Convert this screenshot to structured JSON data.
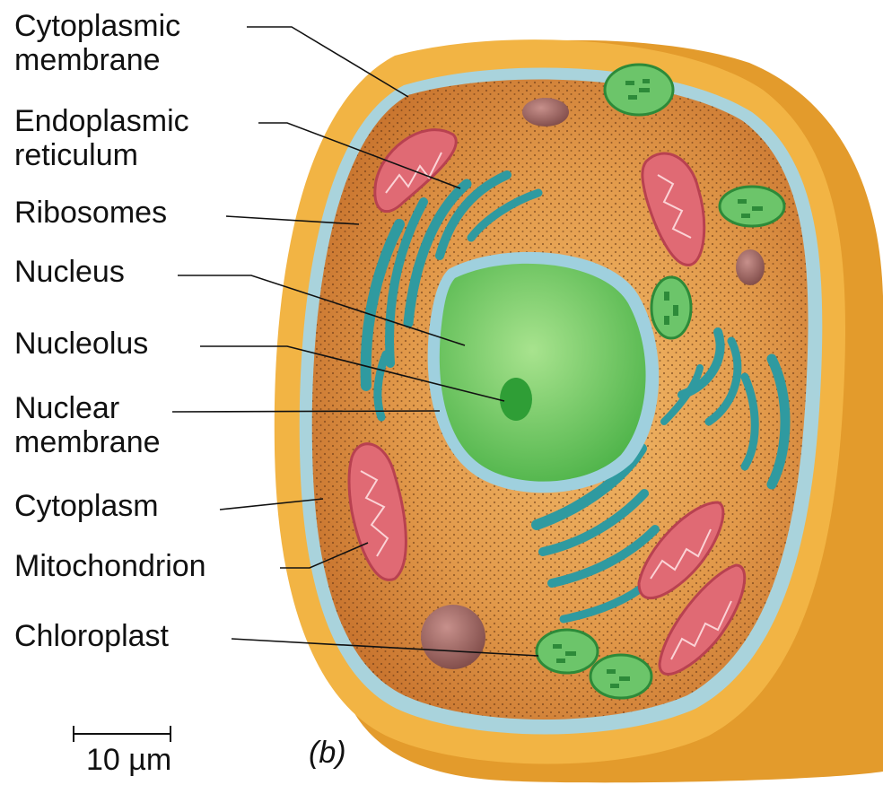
{
  "labels": {
    "cytoplasmic_membrane": [
      "Cytoplasmic",
      "membrane"
    ],
    "endoplasmic_reticulum": [
      "Endoplasmic",
      "reticulum"
    ],
    "ribosomes": [
      "Ribosomes"
    ],
    "nucleus": [
      "Nucleus"
    ],
    "nucleolus": [
      "Nucleolus"
    ],
    "nuclear_membrane": [
      "Nuclear",
      "membrane"
    ],
    "cytoplasm": [
      "Cytoplasm"
    ],
    "mitochondrion": [
      "Mitochondrion"
    ],
    "chloroplast": [
      "Chloroplast"
    ]
  },
  "scale_bar": {
    "label": "10 µm"
  },
  "panel_label": "(b)",
  "colors": {
    "cell_wall": "#efae3c",
    "cytoplasmic_membrane": "#a9d3dc",
    "cytoplasm": "#d8893c",
    "endoplasmic_reticulum": "#2f9aa0",
    "nucleus": "#6fcb5d",
    "nucleolus": "#2f9e36",
    "mitochondrion": "#e06a74",
    "chloroplast": "#6cc56a",
    "vacuole": "#9b6360"
  }
}
